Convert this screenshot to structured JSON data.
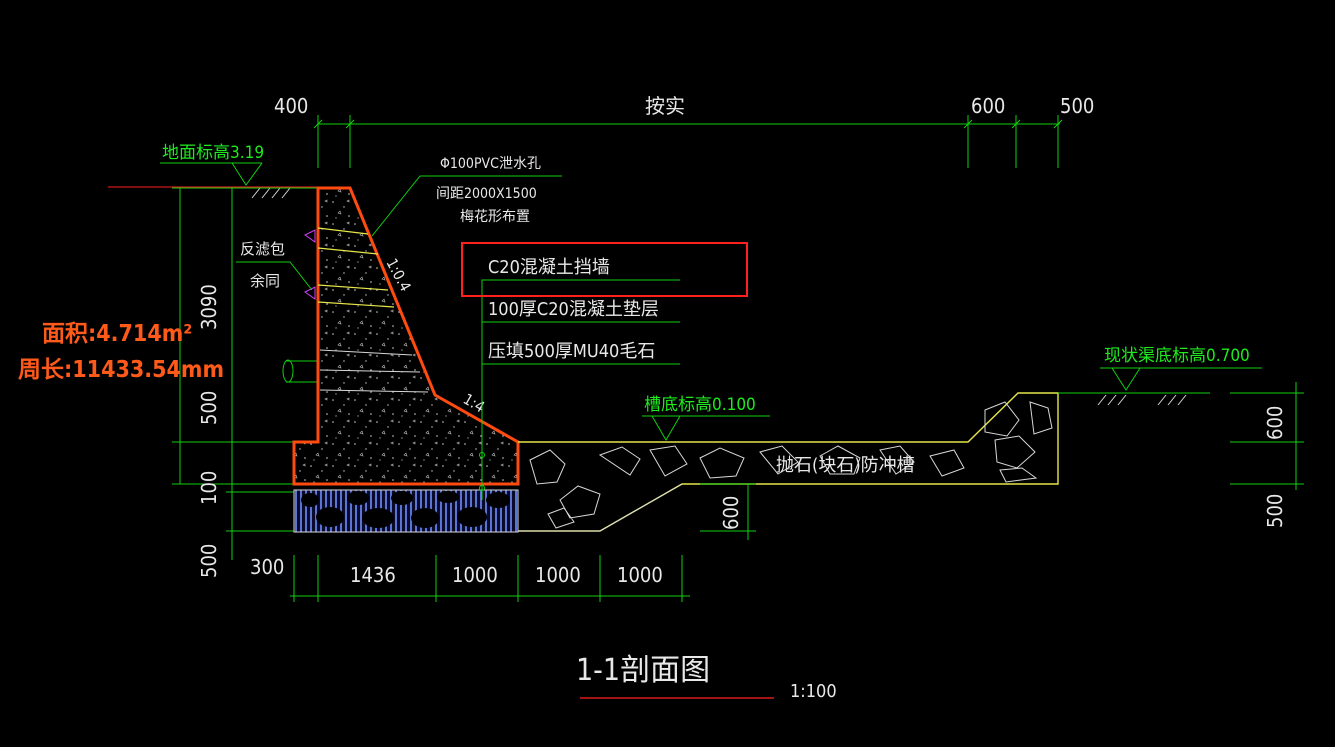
{
  "title": "1-1剖面图",
  "scale": "1:100",
  "colors": {
    "background": "#000000",
    "dimension": "#1eea1e",
    "outline": "#ff4a10",
    "highlight": "#ff2020",
    "text": "#e8e8e8"
  },
  "measure": {
    "area": "面积:4.714m²",
    "perimeter": "周长:11433.54mm"
  },
  "elevations": {
    "ground": "地面标高3.19",
    "trough_bottom": "槽底标高0.100",
    "canal_bottom": "现状渠底标高0.700"
  },
  "notes": {
    "pipe_line1": "Φ100PVC泄水孔",
    "pipe_line2": "间距2000X1500",
    "pipe_line3": "梅花形布置",
    "filter_line1": "反滤包",
    "filter_line2": "余同",
    "wall": "C20混凝土挡墙",
    "cushion": "100厚C20混凝土垫层",
    "stone": "压填500厚MU40毛石",
    "riprap": "抛石(块石)防冲槽",
    "slope1": "1:0.4",
    "slope2": "1:4"
  },
  "dims": {
    "top": [
      "400",
      "按实",
      "600",
      "500"
    ],
    "bottom": [
      "300",
      "1436",
      "1000",
      "1000",
      "1000"
    ],
    "left": [
      "3090",
      "500",
      "100",
      "500"
    ],
    "right": [
      "600",
      "500"
    ],
    "mid": "600"
  }
}
